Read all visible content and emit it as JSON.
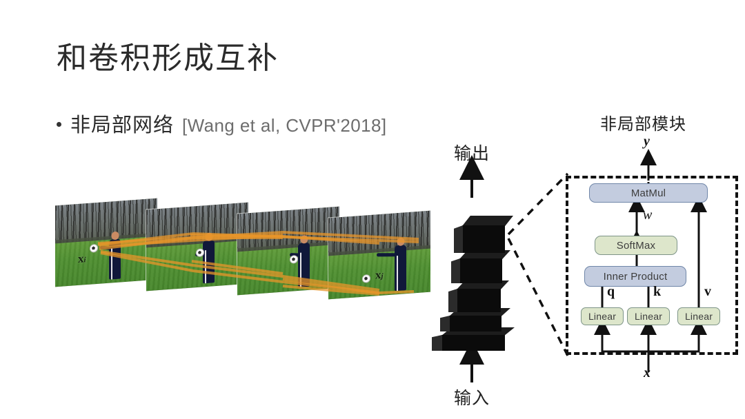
{
  "slide": {
    "title": "和卷积形成互补",
    "bullet": {
      "marker": "bullet-dot",
      "text_cn": "非局部网络",
      "citation": "[Wang et al, CVPR'2018]"
    }
  },
  "frames_panel": {
    "name": "video-frame-sequence",
    "frame_count": 4,
    "scene_description": "足球场视频帧",
    "labels": [
      {
        "symbol": "x",
        "subscript": "i",
        "frame_index": 0
      },
      {
        "symbol": "x",
        "subscript": "j",
        "frame_index": 3
      }
    ],
    "link_color": "#e8962a"
  },
  "network_column": {
    "output_label": "输出",
    "input_label": "输入",
    "block_count": 5,
    "block_color": "#0b0b0b"
  },
  "module": {
    "title": "非局部模块",
    "output_symbol": "y",
    "input_symbol": "x",
    "boxes": [
      {
        "id": "matmul",
        "label": "MatMul",
        "color": "#c3ccdf"
      },
      {
        "id": "softmax",
        "label": "SoftMax",
        "color": "#dde6cb"
      },
      {
        "id": "inner-product",
        "label": "Inner Product",
        "color": "#c3ccdf"
      },
      {
        "id": "linear-q",
        "label": "Linear",
        "color": "#dde6cb"
      },
      {
        "id": "linear-k",
        "label": "Linear",
        "color": "#dde6cb"
      },
      {
        "id": "linear-v",
        "label": "Linear",
        "color": "#dde6cb"
      }
    ],
    "edge_labels": {
      "weight": "w",
      "query": "q",
      "key": "k",
      "value": "v"
    }
  },
  "colors": {
    "background": "#ffffff",
    "title_text": "#2b2b2b",
    "citation_text": "#6d6d6d",
    "box_blue": "#c3ccdf",
    "box_green": "#dde6cb",
    "box_border_blue": "#6f86a8",
    "box_border_green": "#7d9487",
    "dashed_border": "#111111",
    "link_orange": "#e8962a"
  }
}
